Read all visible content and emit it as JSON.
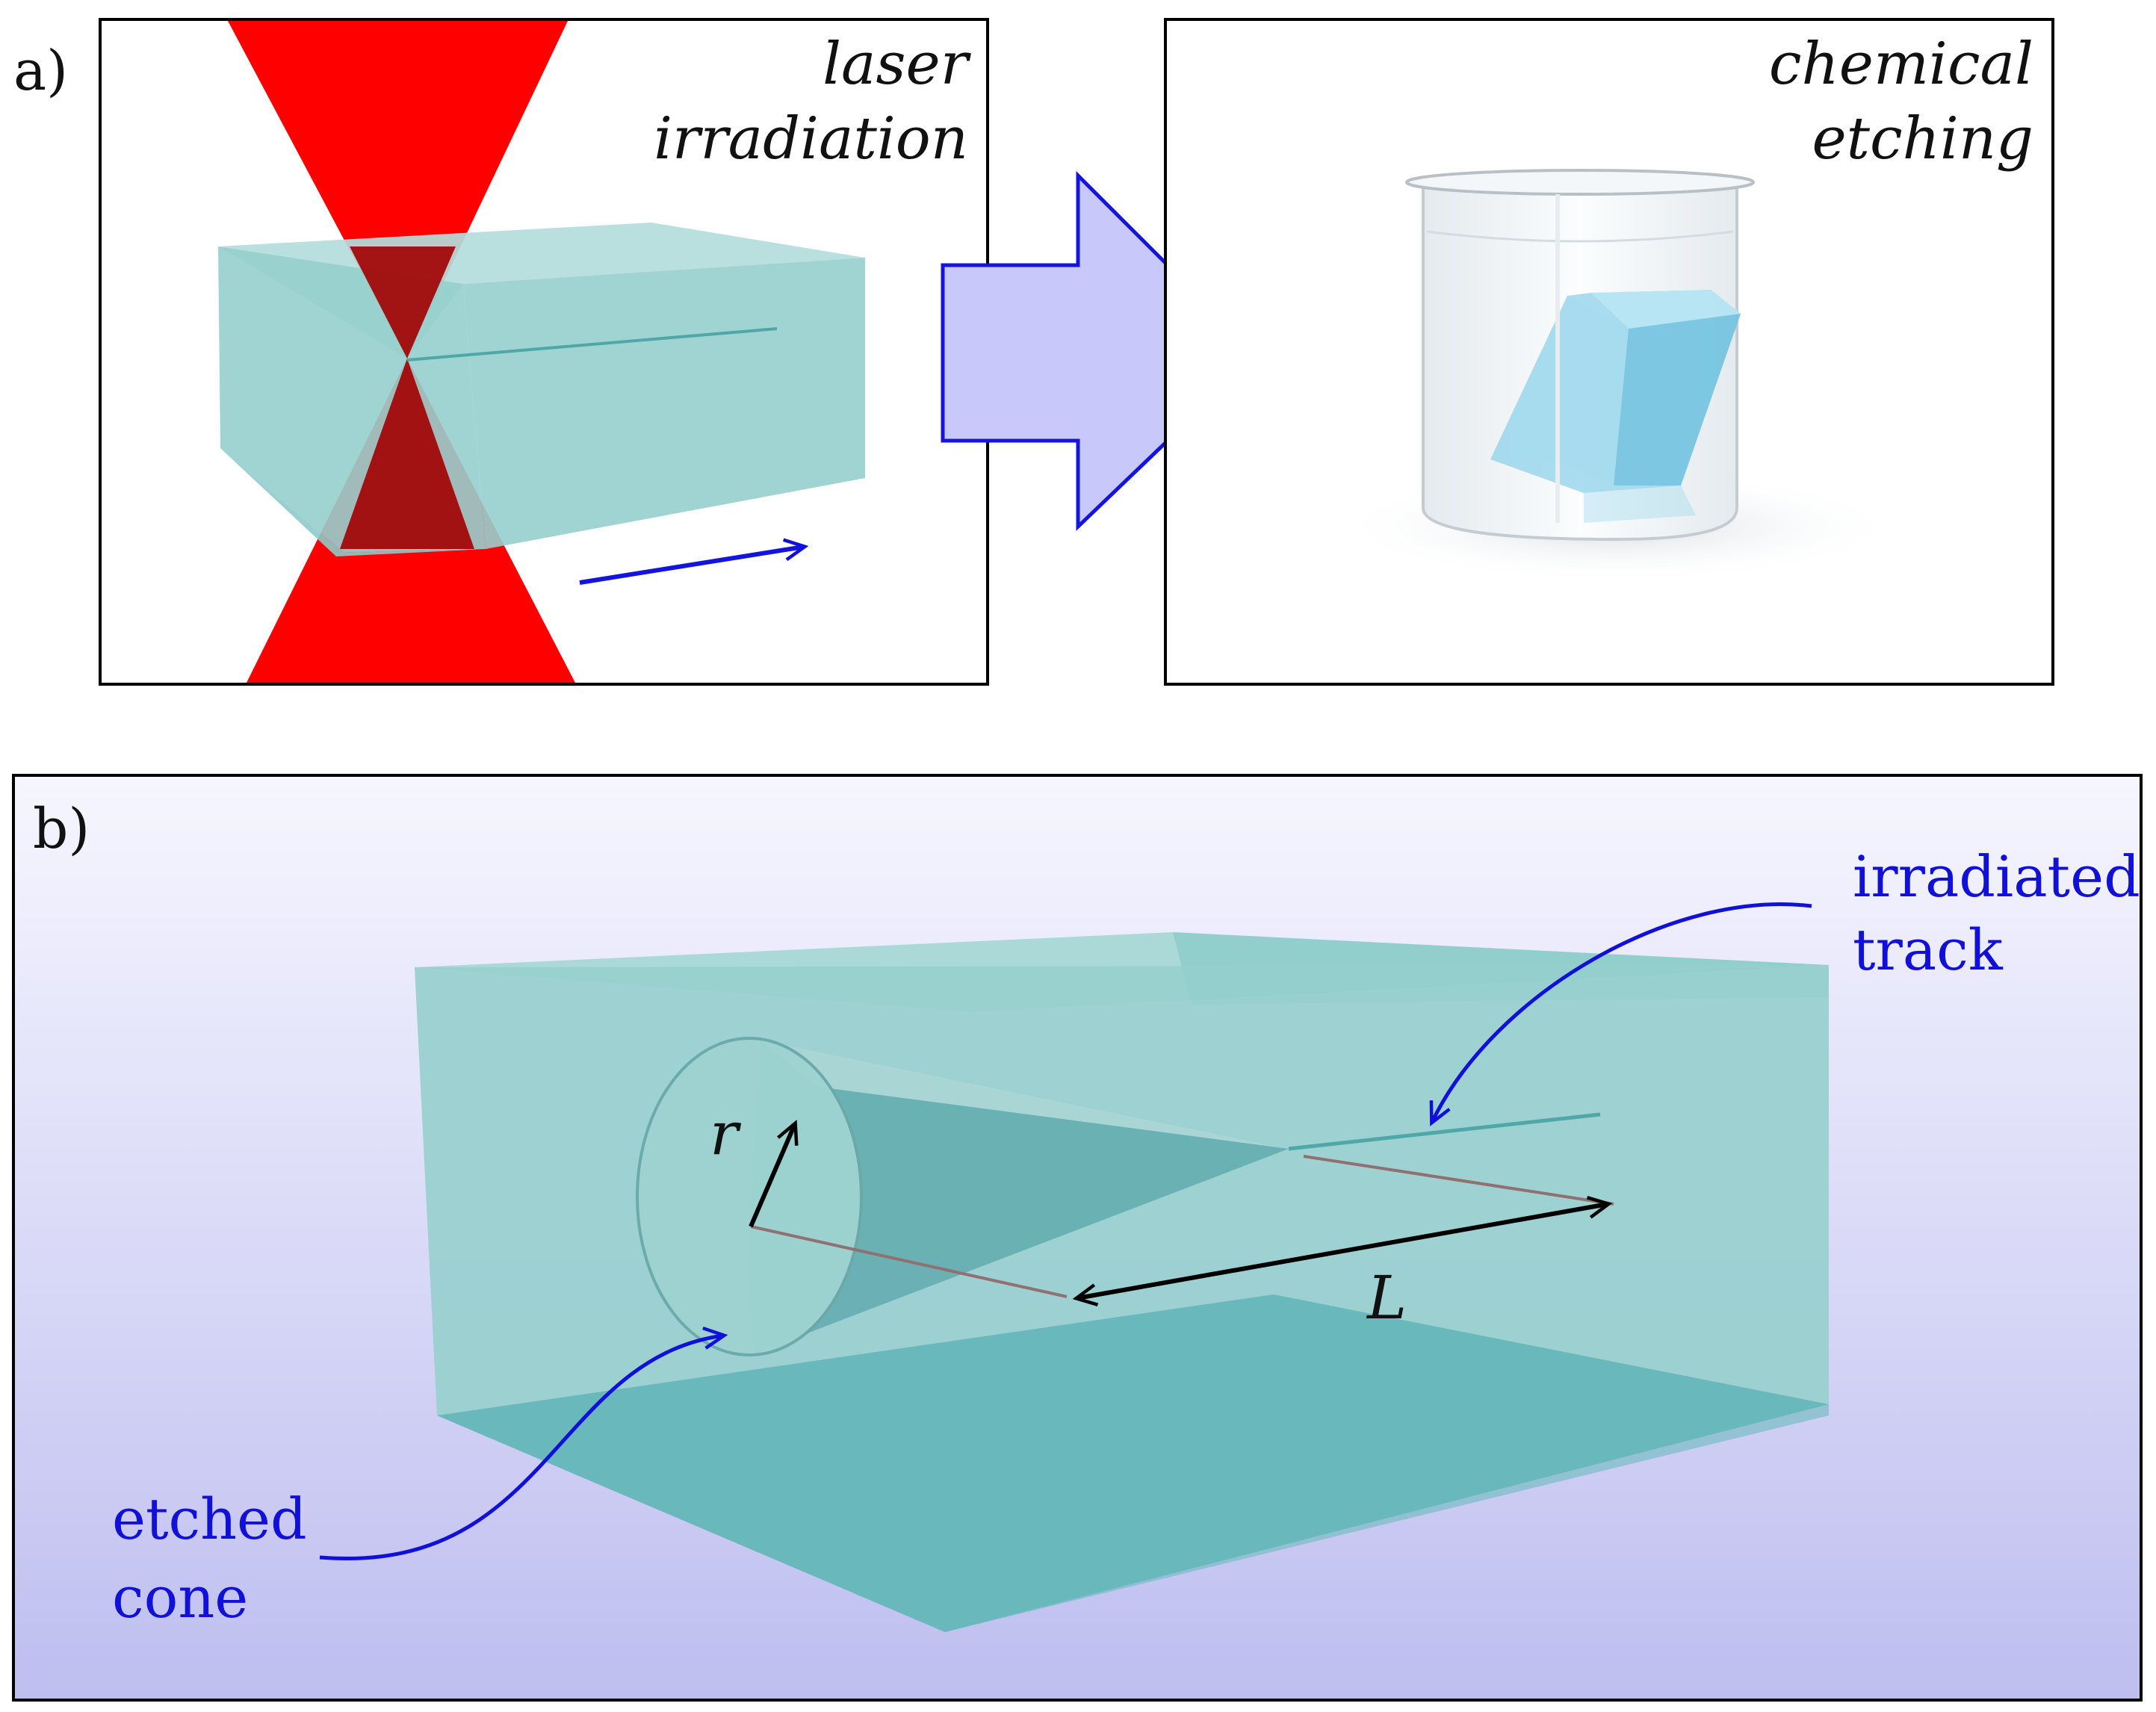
{
  "panel_a": {
    "label": "a)",
    "left_title": [
      "laser",
      "irradiation"
    ],
    "right_title": [
      "chemical",
      "etching"
    ]
  },
  "panel_b": {
    "label": "b)",
    "annotation_track": [
      "irradiated",
      "track"
    ],
    "annotation_cone": [
      "etched",
      "cone"
    ],
    "radius_symbol": "r",
    "length_symbol": "L"
  },
  "colors": {
    "laser": "#ff0000",
    "laser_overlap": "#a00000",
    "glass": "#96cfcd",
    "glass_dark": "#5fb2b7",
    "arrow_fill": "#c8c8fa",
    "arrow_stroke": "#1414e0",
    "annotation": "#1010d8",
    "background_b_top": "#f6f6ff",
    "background_b_bottom": "#bebef0"
  }
}
